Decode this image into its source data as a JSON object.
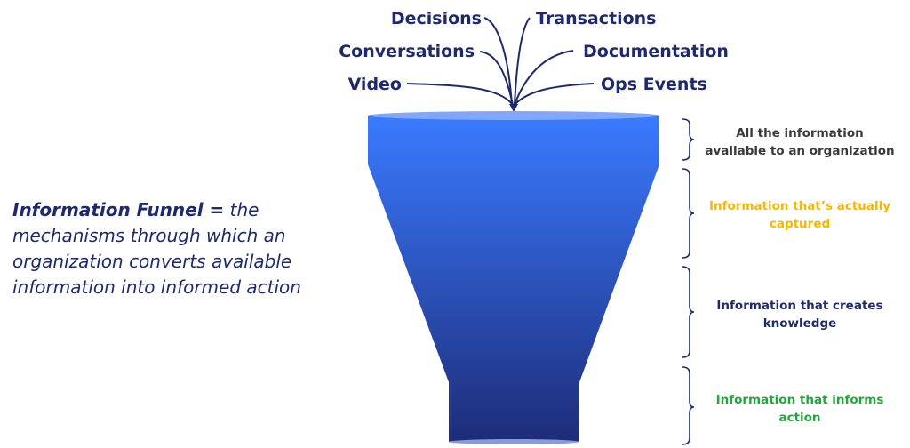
{
  "sources_left": [
    {
      "label": "Decisions"
    },
    {
      "label": "Conversations"
    },
    {
      "label": "Video"
    }
  ],
  "sources_right": [
    {
      "label": "Transactions"
    },
    {
      "label": "Documentation"
    },
    {
      "label": "Ops Events"
    }
  ],
  "definition": {
    "term": "Information Funnel =",
    "text": " the mechanisms through which an organization converts available information into informed action"
  },
  "stages": [
    {
      "line1": "All the information",
      "line2": "available to an organization",
      "color": "#3a3a3a"
    },
    {
      "line1": "Information that’s actually",
      "line2": "captured",
      "color": "#f5b800"
    },
    {
      "line1": "Information that creates",
      "line2": "knowledge",
      "color": "#1f2a6e"
    },
    {
      "line1": "Information that informs",
      "line2": "action",
      "color": "#1fa83a"
    }
  ],
  "colors": {
    "text_navy": "#1f2a6e",
    "funnel_top": "#3a7bff",
    "funnel_bottom": "#1e2c78",
    "rim": "#7fa7ff",
    "bracket": "#1f2a6e"
  }
}
